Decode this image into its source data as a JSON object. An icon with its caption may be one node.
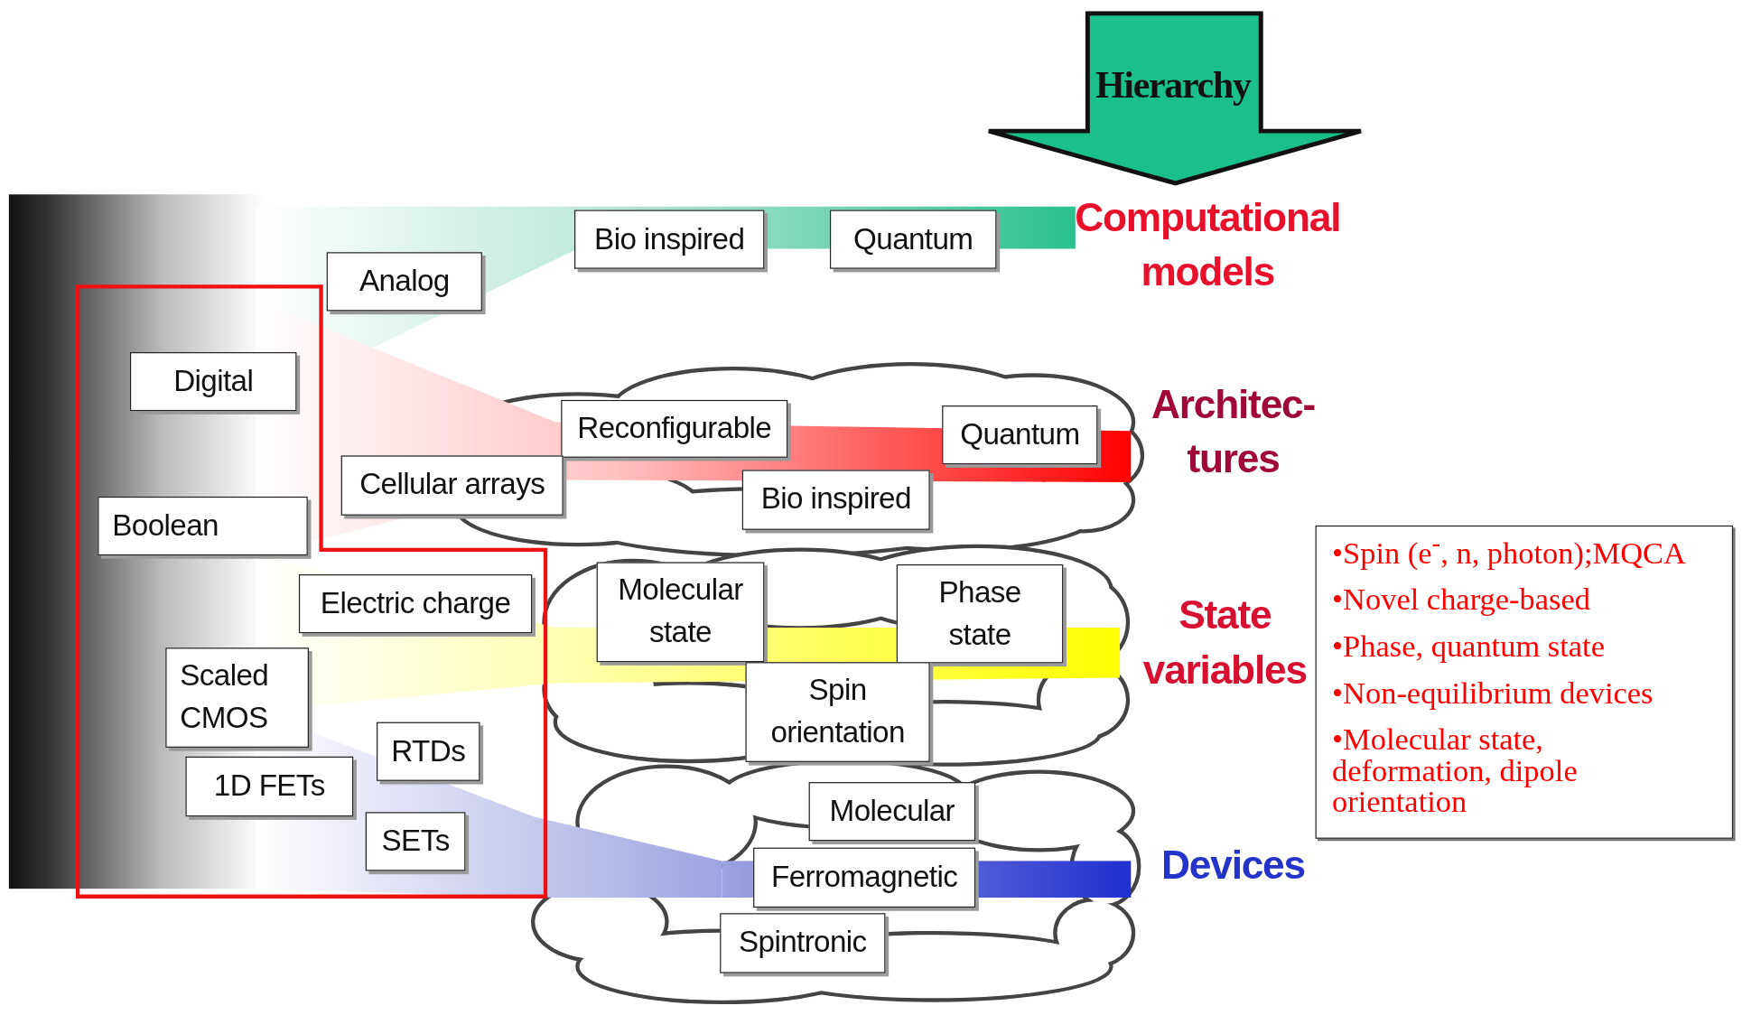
{
  "diagram": {
    "nodes": [
      {
        "text": [
          "Hierarchy"
        ]
      },
      {
        "text": [
          "Bio inspired"
        ]
      },
      {
        "text": [
          "Quantum"
        ]
      },
      {
        "text": [
          "Analog"
        ]
      },
      {
        "text": [
          "Digital"
        ]
      },
      {
        "text": [
          "Reconfigurable"
        ]
      },
      {
        "text": [
          "Quantum"
        ]
      },
      {
        "text": [
          "Cellular arrays"
        ]
      },
      {
        "text": [
          "Bio inspired"
        ]
      },
      {
        "text": [
          "Boolean"
        ]
      },
      {
        "text": [
          "Electric charge"
        ]
      },
      {
        "text": [
          "Molecular state"
        ]
      },
      {
        "text": [
          "Phase state"
        ]
      },
      {
        "text": [
          "Scaled CMOS"
        ]
      },
      {
        "text": [
          "Spin orientation"
        ]
      },
      {
        "text": [
          "RTDs"
        ]
      },
      {
        "text": [
          "1D FETs"
        ]
      },
      {
        "text": [
          "Molecular"
        ]
      },
      {
        "text": [
          "SETs"
        ]
      },
      {
        "text": [
          "Ferromagnetic"
        ]
      },
      {
        "text": [
          "Spintronic"
        ]
      },
      {
        "text": [
          "•Spin (e$^{-}$, n, photon);MQCA",
          "•Novel charge-based",
          "•Phase, quantum state",
          "•Non-equilibrium devices",
          "•Molecular state, deformation, dipole orientation"
        ]
      }
    ],
    "labels": [
      "Computational models",
      "Architec- tures",
      "State variables",
      "Devices"
    ]
  }
}
